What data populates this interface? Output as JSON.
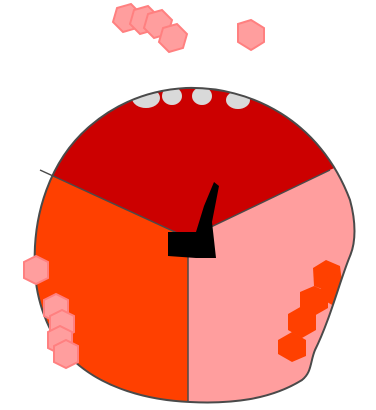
{
  "colors": {
    "background": "#ffffff",
    "outline": "#4a4a4a",
    "territory_top": "#cc0000",
    "territory_left": "#ff4000",
    "territory_right": "#ff9e9e",
    "cell_light": "#ff9e9e",
    "cell_dark": "#ff4000",
    "cell_gray": "#d9d9d9",
    "core": "#000000"
  },
  "game": {
    "territories": [
      {
        "id": "top",
        "color": "#cc0000",
        "share": 0.333
      },
      {
        "id": "left",
        "color": "#ff4000",
        "share": 0.333
      },
      {
        "id": "right",
        "color": "#ff9e9e",
        "share": 0.333
      }
    ],
    "icons": {
      "core": "black-core-icon",
      "cell": "hexagon-cell-icon"
    }
  }
}
